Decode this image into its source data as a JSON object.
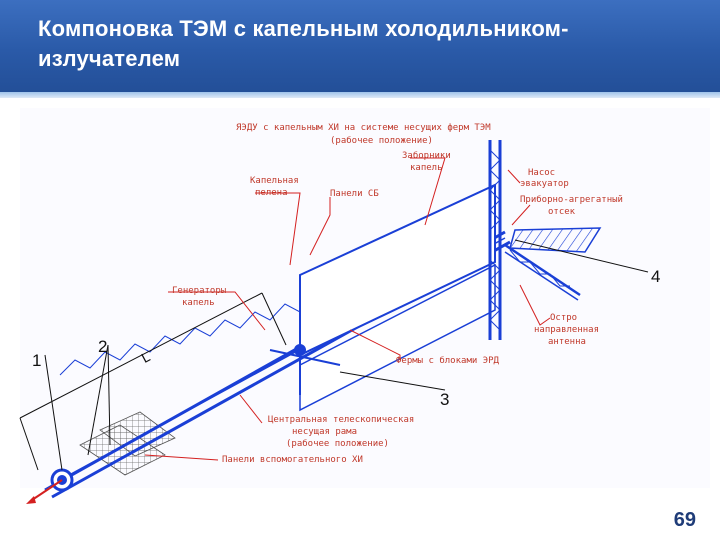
{
  "title": "Компоновка ТЭМ с капельным холодильником-излучателем",
  "diagram": {
    "caption_line1": "ЯЭДУ с капельным ХИ на системе несущих ферм ТЭМ",
    "caption_line2": "(рабочее положение)",
    "labels": {
      "droplet_collectors_1": "Заборники",
      "droplet_collectors_2": "капель",
      "pump_1": "Насос",
      "pump_2": "эвакуатор",
      "instrument_1": "Приборно-агрегатный",
      "instrument_2": "отсек",
      "droplet_sheet_1": "Капельная",
      "droplet_sheet_2": "пелена",
      "solar_panels": "Панели СБ",
      "generators_1": "Генераторы",
      "generators_2": "капель",
      "antenna_1": "Остро",
      "antenna_2": "направленная",
      "antenna_3": "антенна",
      "trusses_erd": "Фермы с блоками ЭРД",
      "telescopic_1": "Центральная телескопическая",
      "telescopic_2": "несущая рама",
      "telescopic_3": "(рабочее положение)",
      "aux_panels": "Панели вспомогательного ХИ",
      "length_mark": "L"
    },
    "callouts": {
      "c1": "1",
      "c2": "2",
      "c3": "3",
      "c4": "4"
    }
  },
  "page_number": "69",
  "colors": {
    "header": "#2a5aa8",
    "structure": "#1a3fd6",
    "leader": "#d42020"
  }
}
